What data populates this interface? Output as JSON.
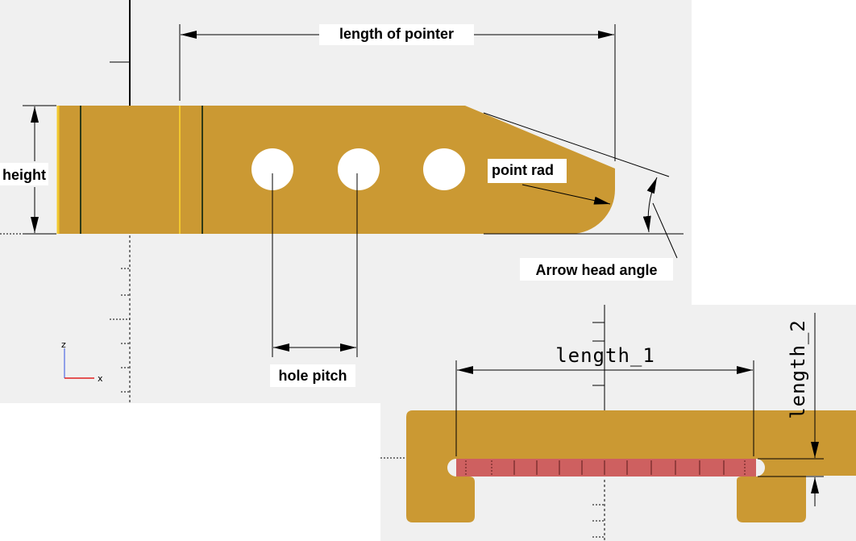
{
  "top_view": {
    "labels": {
      "length_of_pointer": "length of pointer",
      "height": "height",
      "point_rad": "point rad",
      "arrow_head_angle": "Arrow head angle",
      "hole_pitch": "hole pitch"
    },
    "axes": {
      "z": "z",
      "x": "x"
    }
  },
  "side_view": {
    "labels": {
      "length_1": "length_1",
      "length_2": "length_2"
    }
  },
  "colors": {
    "part": "#CB9933",
    "part_dark": "#2E3A17",
    "part_highlight": "#F2C82E",
    "slot": "#CE6060",
    "viewport_bg": "#F0F0F0",
    "dimension": "#000000",
    "axis_x": "#E02020",
    "axis_z": "#3050E0"
  }
}
